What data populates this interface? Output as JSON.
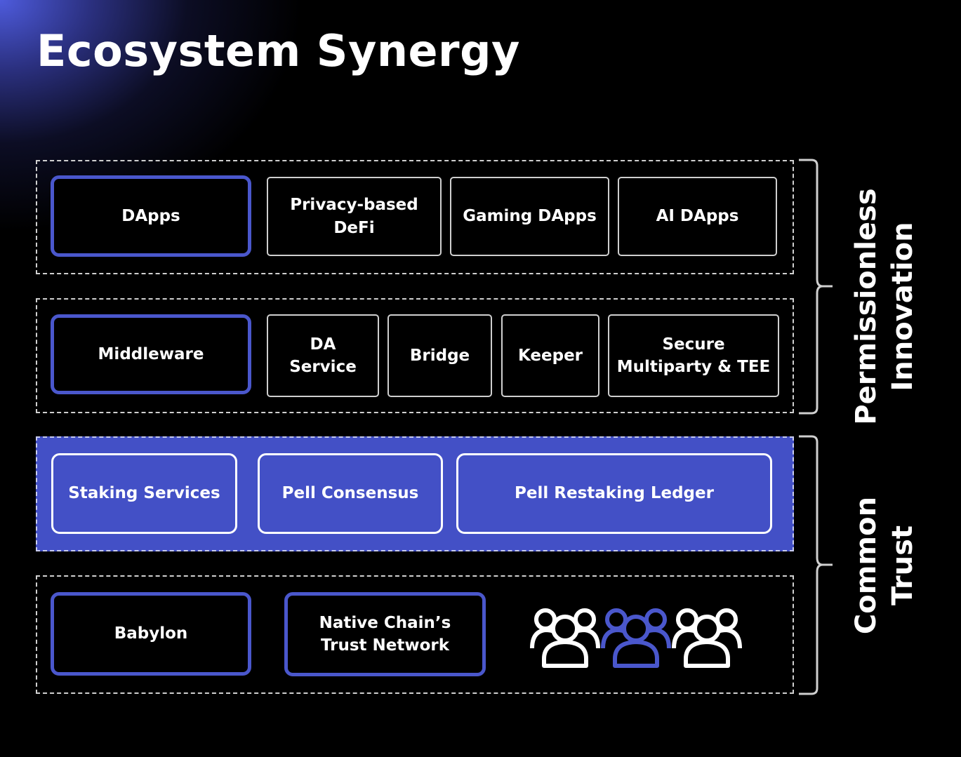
{
  "title": "Ecosystem Synergy",
  "layers": [
    {
      "items": [
        "DApps",
        "Privacy-based\nDeFi",
        "Gaming DApps",
        "AI DApps"
      ]
    },
    {
      "items": [
        "Middleware",
        "DA\nService",
        "Bridge",
        "Keeper",
        "Secure\nMultiparty & TEE"
      ]
    },
    {
      "items": [
        "Staking Services",
        "Pell Consensus",
        "Pell Restaking Ledger"
      ]
    },
    {
      "items": [
        "Babylon",
        "Native Chain’s\nTrust Network"
      ],
      "icon": "people-group-icon"
    }
  ],
  "groups": [
    {
      "label": "Permissionless\nInnovation"
    },
    {
      "label": "Common\nTrust"
    }
  ],
  "colors": {
    "background": "#000000",
    "accent": "#4350c6",
    "accent_border": "#4a57cc",
    "dashed_border": "#d0d0d0"
  }
}
